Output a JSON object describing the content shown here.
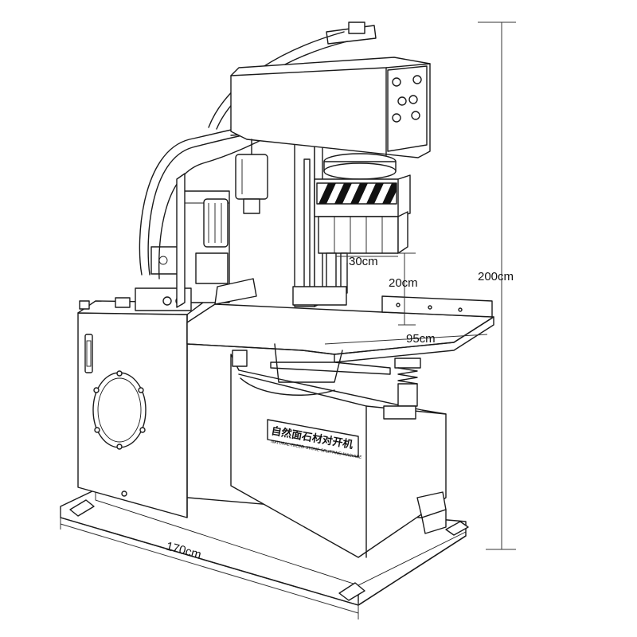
{
  "dimensions": {
    "height": "200cm",
    "length": "170cm",
    "table_width": "95cm",
    "stroke": "20cm",
    "blade_gap": "30cm"
  },
  "nameplate": {
    "chinese": "自然面石材对开机",
    "english": "NATURAL-FACED STONE SPLITTING MACHINE"
  },
  "colors": {
    "line": "#1a1a1a",
    "background": "#ffffff",
    "hazard_stripe": "#111111"
  }
}
